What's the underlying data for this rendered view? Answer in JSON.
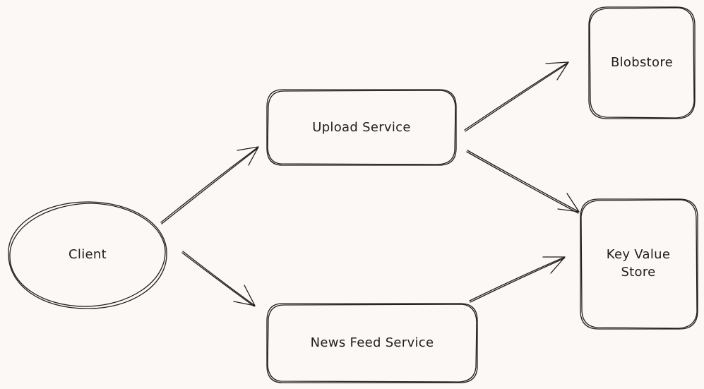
{
  "diagram": {
    "nodes": {
      "client": {
        "label": "Client"
      },
      "upload_service": {
        "label": "Upload Service"
      },
      "news_feed_service": {
        "label": "News Feed Service"
      },
      "blobstore": {
        "label": "Blobstore"
      },
      "key_value_store": {
        "line1": "Key Value",
        "line2": "Store"
      }
    },
    "edges": [
      {
        "from": "Client",
        "to": "Upload Service"
      },
      {
        "from": "Client",
        "to": "News Feed Service"
      },
      {
        "from": "Upload Service",
        "to": "Blobstore"
      },
      {
        "from": "Upload Service",
        "to": "Key Value Store"
      },
      {
        "from": "News Feed Service",
        "to": "Key Value Store"
      }
    ],
    "colors": {
      "background": "#fcf8f5",
      "stroke": "#1e1e1e"
    }
  }
}
